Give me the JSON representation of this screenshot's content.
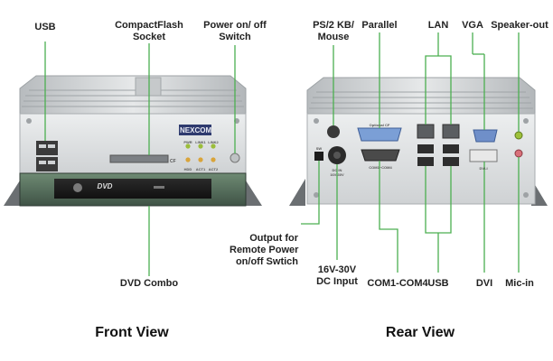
{
  "labels": {
    "usb_front": "USB",
    "cf_line1": "CompactFlash",
    "cf_line2": "Socket",
    "power_line1": "Power on/ off",
    "power_line2": "Switch",
    "ps2_line1": "PS/2 KB/",
    "ps2_line2": "Mouse",
    "parallel": "Parallel",
    "lan": "LAN",
    "vga": "VGA",
    "speaker": "Speaker-out",
    "dvd_combo": "DVD Combo",
    "output_line1": "Output for",
    "output_line2": "Remote Power",
    "output_line3": "on/off Swtich",
    "dc_line1": "16V-30V",
    "dc_line2": "DC Input",
    "com": "COM1-COM4",
    "usb_rear": "USB",
    "dvi": "DVI",
    "mic": "Mic-in"
  },
  "views": {
    "front": "Front View",
    "rear": "Rear View"
  },
  "device_text": {
    "brand": "NEXCOM",
    "dvd_badge": "DVD",
    "cf_mark": "CF",
    "led_labels": [
      "PWR",
      "LINK1",
      "LINK2",
      "HDD",
      "ACT1",
      "ACT2"
    ],
    "optional_cf": "Optional CF",
    "sw": "SW",
    "dc_in": "DC IN",
    "dc_range": "16V-30V",
    "com_mark": "COM1~COM4",
    "dvi_mark": "DVI-I"
  },
  "colors": {
    "leader": "#4caf50",
    "chassis": "#c9ccce",
    "panel": "#dfe1e2",
    "dvd_band": "#2e3a33",
    "parallel_port": "#7b9fd6",
    "vga_port": "#6f8fc9",
    "speaker_jack": "#9dc13a",
    "mic_jack": "#d9707a",
    "ps2_port": "#3a3a3a"
  }
}
